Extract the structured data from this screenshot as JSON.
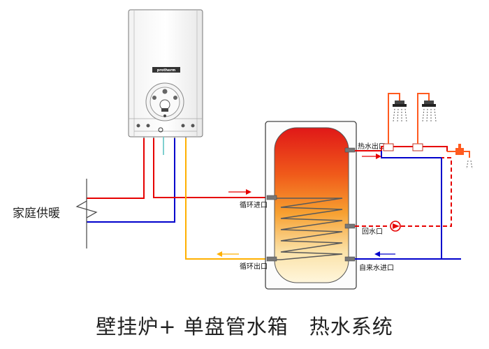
{
  "title": "壁挂炉+ 单盘管水箱　热水系统",
  "boiler": {
    "brand": "protherm"
  },
  "heating": {
    "label": "家庭供暖"
  },
  "tank": {
    "labels": {
      "hot_water_outlet": "热水出口",
      "circulation_inlet": "循环进口",
      "return_port": "回水口",
      "circulation_outlet": "循环出口",
      "cold_water_inlet": "自来水进口"
    }
  },
  "colors": {
    "hot_pipe": "#e60000",
    "cold_pipe": "#0000cc",
    "return_pipe": "#ffb000",
    "hot_dhw_pipe": "#ff3300",
    "tank_top": "#e31a1a",
    "tank_bottom": "#fff2c8",
    "coil": "#555555",
    "shower": "#ff5a1f"
  },
  "icons": [
    "shower-head-icon",
    "shower-head-icon",
    "faucet-icon",
    "pump-icon",
    "flow-arrow-icon"
  ]
}
